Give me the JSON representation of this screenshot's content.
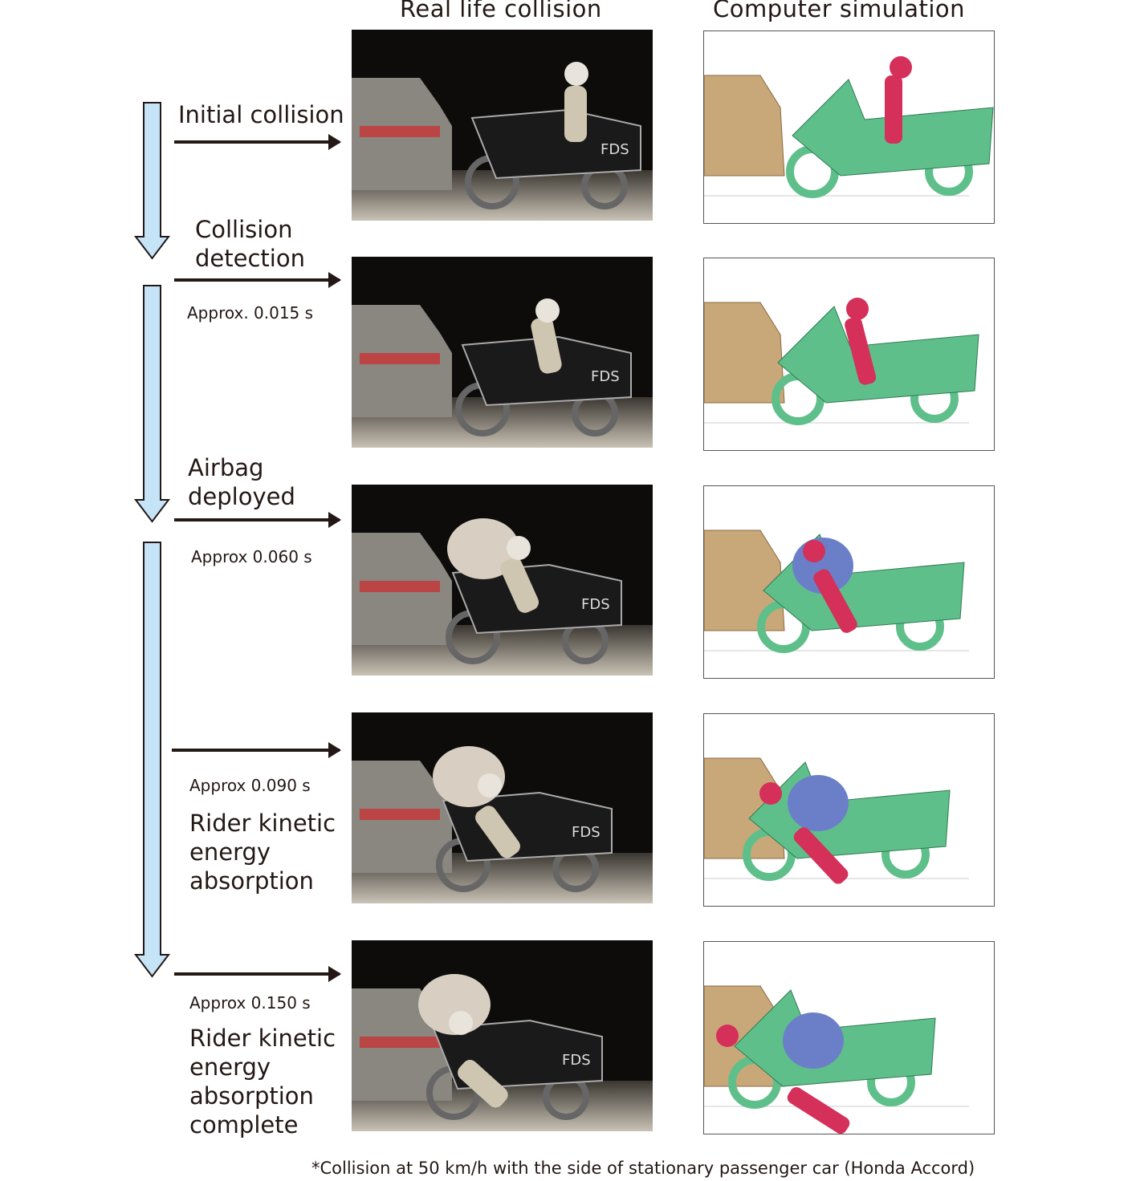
{
  "headers": {
    "real": "Real life collision",
    "sim": "Computer simulation"
  },
  "stages": [
    {
      "label_lines": [
        "Initial collision"
      ],
      "time": ""
    },
    {
      "label_lines": [
        "Collision",
        "detection"
      ],
      "time": "Approx. 0.015 s"
    },
    {
      "label_lines": [
        "Airbag",
        "deployed"
      ],
      "time": "Approx 0.060 s"
    },
    {
      "label_lines": [
        "Rider kinetic",
        "energy",
        "absorption"
      ],
      "time": "Approx 0.090 s"
    },
    {
      "label_lines": [
        "Rider kinetic",
        "energy",
        "absorption",
        "complete"
      ],
      "time": "Approx 0.150 s"
    }
  ],
  "footnote": "*Collision at 50 km/h with the side of stationary passenger car (Honda Accord)",
  "colors": {
    "flow_arrow_fill": "#c6e4f8",
    "sim_car": "#c8a878",
    "sim_bike": "#5fbf8a",
    "sim_rider": "#d4305a",
    "sim_airbag": "#6b7fc8"
  }
}
